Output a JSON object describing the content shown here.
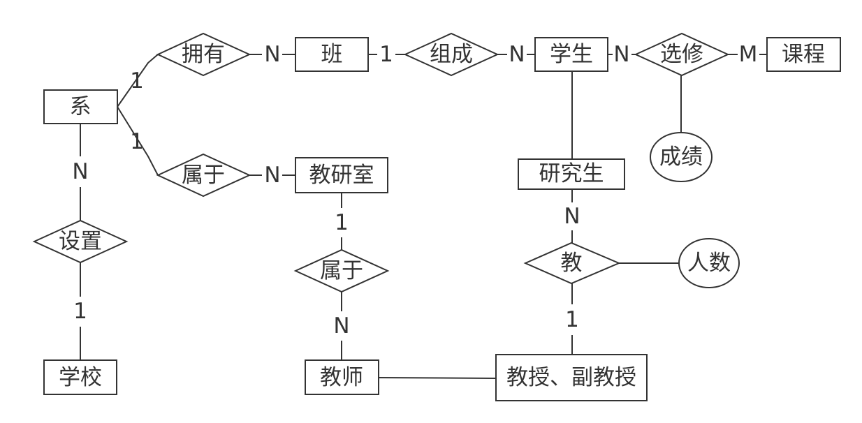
{
  "entities": {
    "xi": "系",
    "ban": "班",
    "xuesheng": "学生",
    "kecheng": "课程",
    "jiaoyanshi": "教研室",
    "yanjiusheng": "研究生",
    "xuexiao": "学校",
    "jiaoshi": "教师",
    "jiaoshou": "教授、副教授"
  },
  "relationships": {
    "yongyou": "拥有",
    "zucheng": "组成",
    "xuanxiu": "选修",
    "shuyu_1": "属于",
    "shezhi": "设置",
    "shuyu_2": "属于",
    "jiao": "教"
  },
  "attributes": {
    "chengji": "成绩",
    "renshu": "人数"
  },
  "cardinalities": {
    "xi_yongyou": "1",
    "yongyou_ban": "N",
    "ban_zucheng": "1",
    "zucheng_xuesheng": "N",
    "xuesheng_xuanxiu": "N",
    "xuanxiu_kecheng": "M",
    "xi_shuyu": "1",
    "shuyu_jiaoyanshi": "N",
    "xi_shezhi": "N",
    "shezhi_xuexiao": "1",
    "jiaoyanshi_shuyu": "1",
    "shuyu_jiaoshi": "N",
    "yanjiusheng_jiao": "N",
    "jiao_jiaoshou": "1"
  },
  "colors": {
    "stroke": "#333333",
    "fill": "#ffffff",
    "text": "#333333"
  }
}
